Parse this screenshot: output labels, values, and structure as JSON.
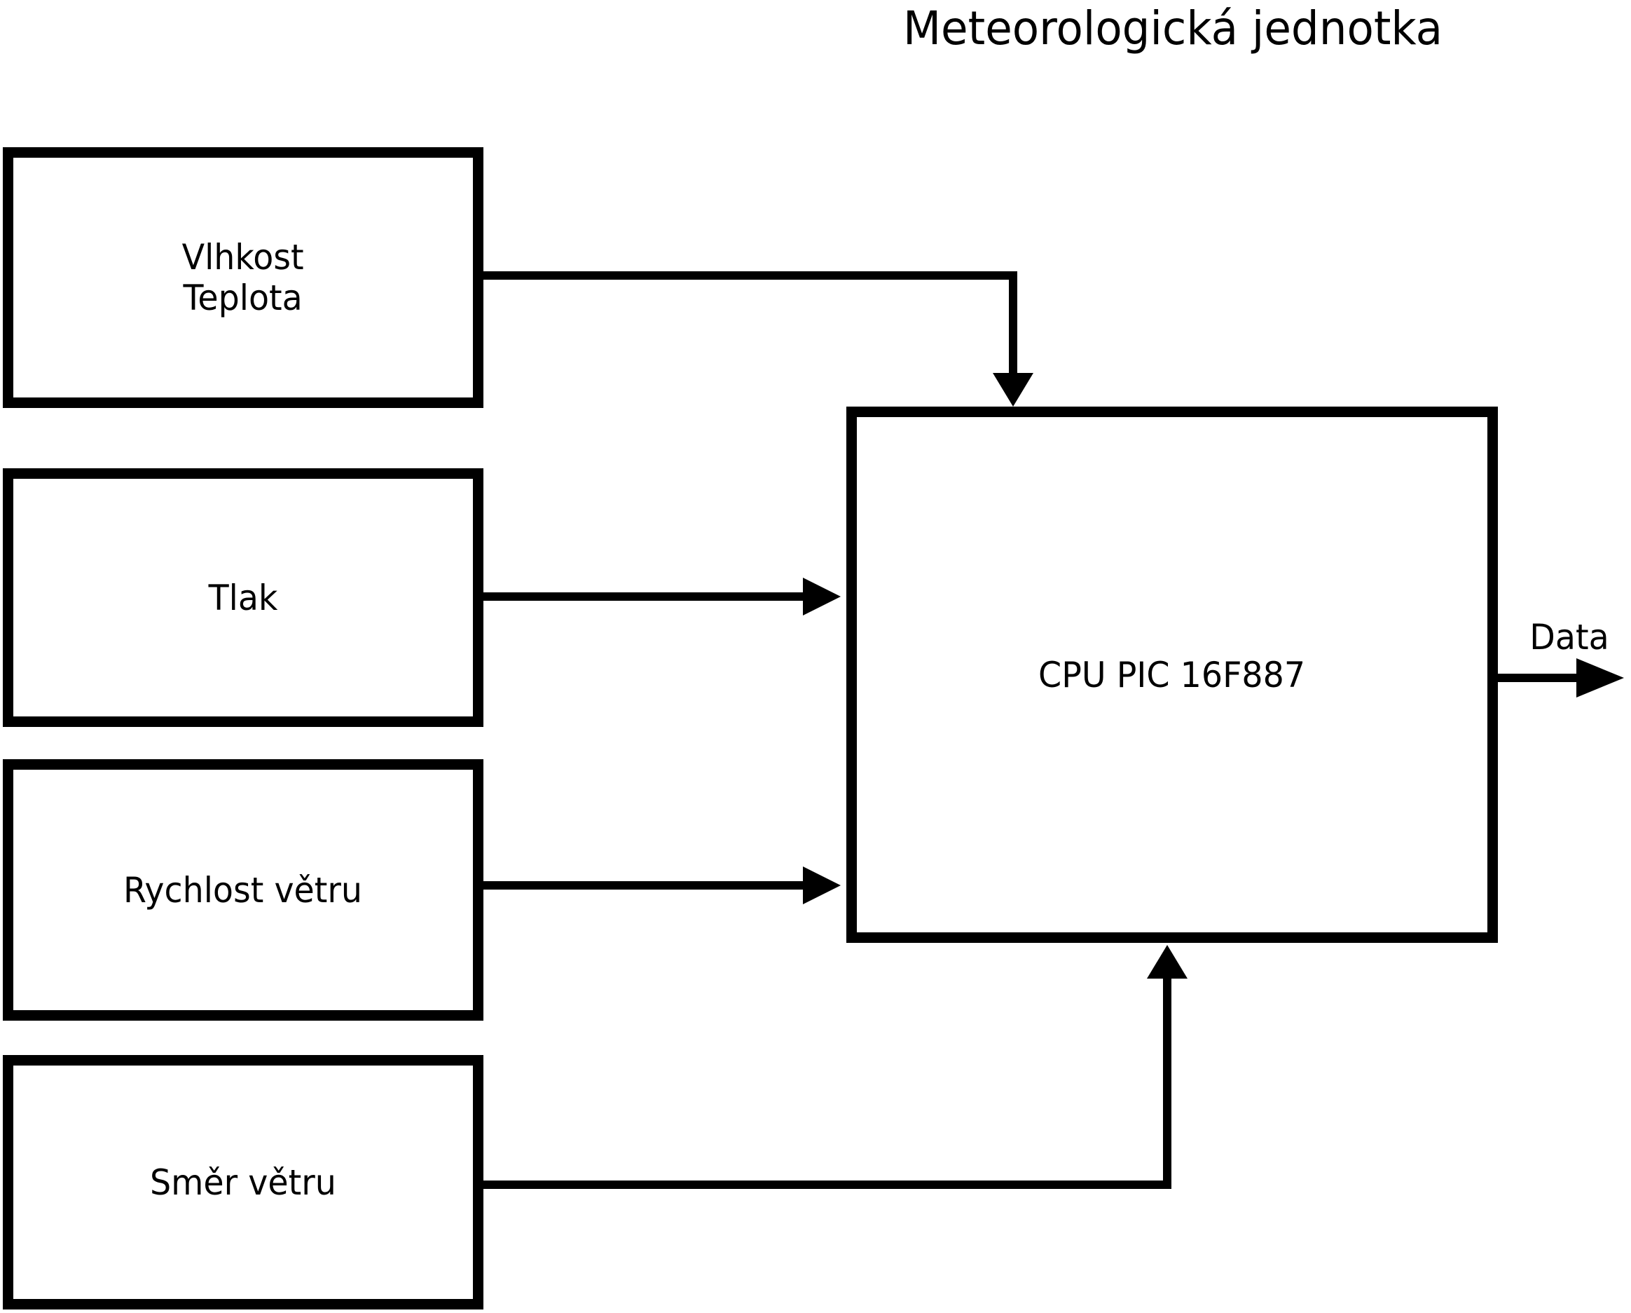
{
  "title": "Meteorologická jednotka",
  "colors": {
    "ink": "#000000",
    "background": "#ffffff"
  },
  "diagram": {
    "sensors": [
      {
        "id": "vlhkost-teplota",
        "lines": [
          "Vlhkost",
          "Teplota"
        ]
      },
      {
        "id": "tlak",
        "lines": [
          "Tlak"
        ]
      },
      {
        "id": "rychlost-vetru",
        "lines": [
          "Rychlost větru"
        ]
      },
      {
        "id": "smer-vetru",
        "lines": [
          "Směr větru"
        ]
      }
    ],
    "cpu": {
      "label": "CPU PIC 16F887"
    },
    "output": {
      "label": "Data"
    }
  }
}
